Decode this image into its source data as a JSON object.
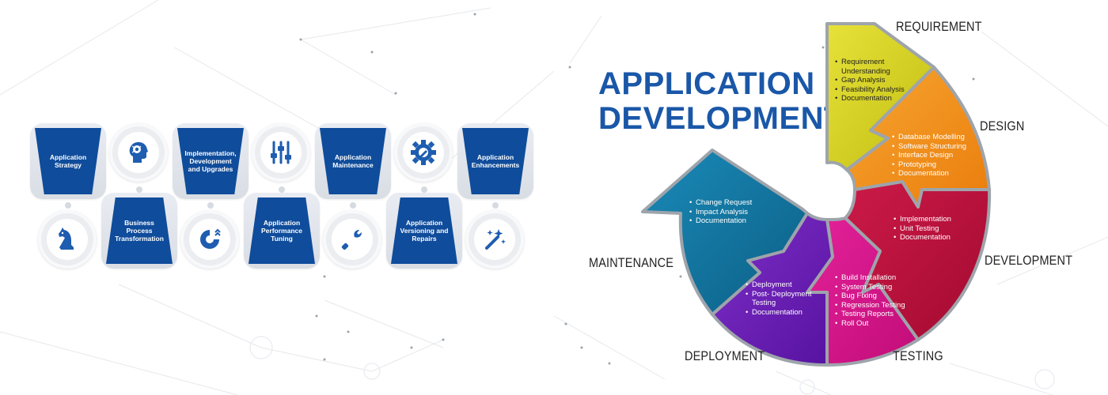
{
  "services": [
    {
      "label": "Application Strategy"
    },
    {
      "label": "Business Process Transformation"
    },
    {
      "label": "Implementation, Development and Upgrades"
    },
    {
      "label": "Application Performance Tuning"
    },
    {
      "label": "Application Maintenance"
    },
    {
      "label": "Application Versioning and Repairs"
    },
    {
      "label": "Application Enhancements"
    }
  ],
  "service_icons": [
    "chess-knight-icon",
    "ai-brain-head-icon",
    "cycle-chart-icon",
    "sliders-icon",
    "wrench-icon",
    "gear-settings-icon",
    "magic-wand-icon"
  ],
  "title": {
    "line1": "APPLICATION",
    "line2": "DEVELOPMENT"
  },
  "stages": {
    "requirement": {
      "label": "REQUIREMENT",
      "color": "#d6d21c",
      "items": [
        "Requirement Understanding",
        "Gap Analysis",
        "Feasibility Analysis",
        "Documentation"
      ]
    },
    "design": {
      "label": "DESIGN",
      "color": "#f2921a",
      "items": [
        "Database Modelling",
        "Software Structuring",
        "Interface Design",
        "Prototyping",
        "Documentation"
      ]
    },
    "development": {
      "label": "DEVELOPMENT",
      "color": "#b8103c",
      "items": [
        "Implementation",
        "Unit Testing",
        "Documentation"
      ]
    },
    "testing": {
      "label": "TESTING",
      "color": "#d6158a",
      "items": [
        "Build Installation",
        "System Testing",
        "Bug Fixing",
        "Regression Testing",
        "Testing Reports",
        "Roll Out"
      ]
    },
    "deployment": {
      "label": "DEPLOYMENT",
      "color": "#6a1fb3",
      "items": [
        "Deployment",
        "Post- Deployment Testing",
        "Documentation"
      ]
    },
    "maintenance": {
      "label": "MAINTENANCE",
      "color": "#0e6f98",
      "items": [
        "Change Request",
        "Impact Analysis",
        "Documentation"
      ]
    }
  },
  "colors": {
    "brand_blue": "#0f4c9b",
    "title_blue": "#1a57a8"
  }
}
